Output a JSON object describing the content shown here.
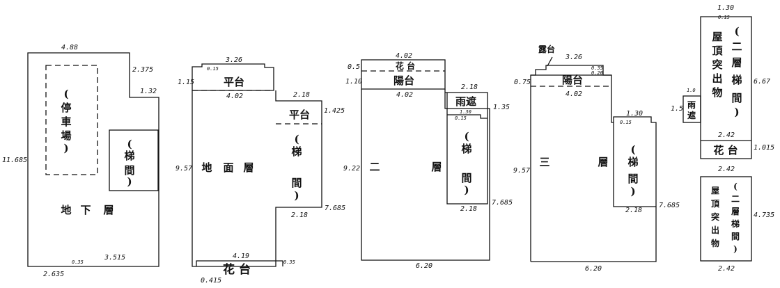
{
  "basement": {
    "dims": {
      "top": "4.88",
      "right_upper": "2.375",
      "step": "1.32",
      "left": "11.685",
      "bottom": "2.635",
      "notch": "0.35",
      "bottom_right": "3.515"
    },
    "labels": {
      "parking": [
        "(",
        "停",
        "車",
        "場",
        ")"
      ],
      "stairs": [
        "(",
        "梯",
        "間",
        ")"
      ],
      "floor": [
        "地",
        "下",
        "層"
      ]
    }
  },
  "ground": {
    "dims": {
      "top": "3.26",
      "notch": "0.15",
      "left_top": "1.15",
      "inner": "4.02",
      "right_top": "2.18",
      "right_side": "1.425",
      "left": "9.57",
      "right_bottom": "7.685",
      "bottom_right": "2.18",
      "bottom_mid": "4.19",
      "bottom_left_small": "0.415",
      "bottom_right_small": "0.35"
    },
    "labels": {
      "platform": "平台",
      "platform2": "平台",
      "stairs": [
        "(",
        "梯",
        "間",
        ")"
      ],
      "floor": [
        "地",
        "面",
        "層"
      ],
      "garden": "花 台"
    }
  },
  "second": {
    "dims": {
      "top": "4.02",
      "left_top": "0.5",
      "left_mid": "1.10",
      "mid": "4.02",
      "right_top": "2.18",
      "right_side": "1.35",
      "step": "1.30",
      "small": "0.15",
      "left": "9.22",
      "right_bottom": "7.685",
      "bottom_right": "2.18",
      "bottom": "6.20"
    },
    "labels": {
      "garden": "花 台",
      "balcony": "陽台",
      "rainshade": "雨遮",
      "stairs": [
        "(",
        "梯",
        "間",
        ")"
      ],
      "floor": [
        "二",
        "層"
      ]
    }
  },
  "third": {
    "dims": {
      "top": "3.26",
      "small1": "0.35",
      "small2": "0.20",
      "left_top": "0.75",
      "mid": "4.02",
      "right_top": "1.30",
      "small3": "0.15",
      "left": "9.57",
      "right_bottom": "7.685",
      "bottom_right": "2.18",
      "bottom": "6.20"
    },
    "labels": {
      "terrace": "露台",
      "balcony": "陽台",
      "stairs": [
        "(",
        "梯",
        "間",
        ")"
      ],
      "floor": [
        "三",
        "層"
      ]
    }
  },
  "roof": {
    "dims": {
      "top": "1.30",
      "small": "0.15",
      "right": "6.67",
      "rain_top": "1.0",
      "rain_side": "1.5",
      "bottom_inner": "2.42",
      "garden_side": "1.015",
      "lower_top": "2.42",
      "lower_right": "4.735",
      "lower_bottom": "2.42"
    },
    "labels": {
      "col1": [
        "屋",
        "頂",
        "突",
        "出",
        "物"
      ],
      "col2": [
        "(",
        "二",
        "層",
        "梯",
        "間",
        ")"
      ],
      "rainshade": [
        "雨",
        "遮"
      ],
      "garden": "花 台",
      "low_col1": [
        "屋",
        "頂",
        "突",
        "出",
        "物"
      ],
      "low_col2": [
        "(",
        "二",
        "層",
        "梯",
        "間",
        ")"
      ]
    }
  }
}
